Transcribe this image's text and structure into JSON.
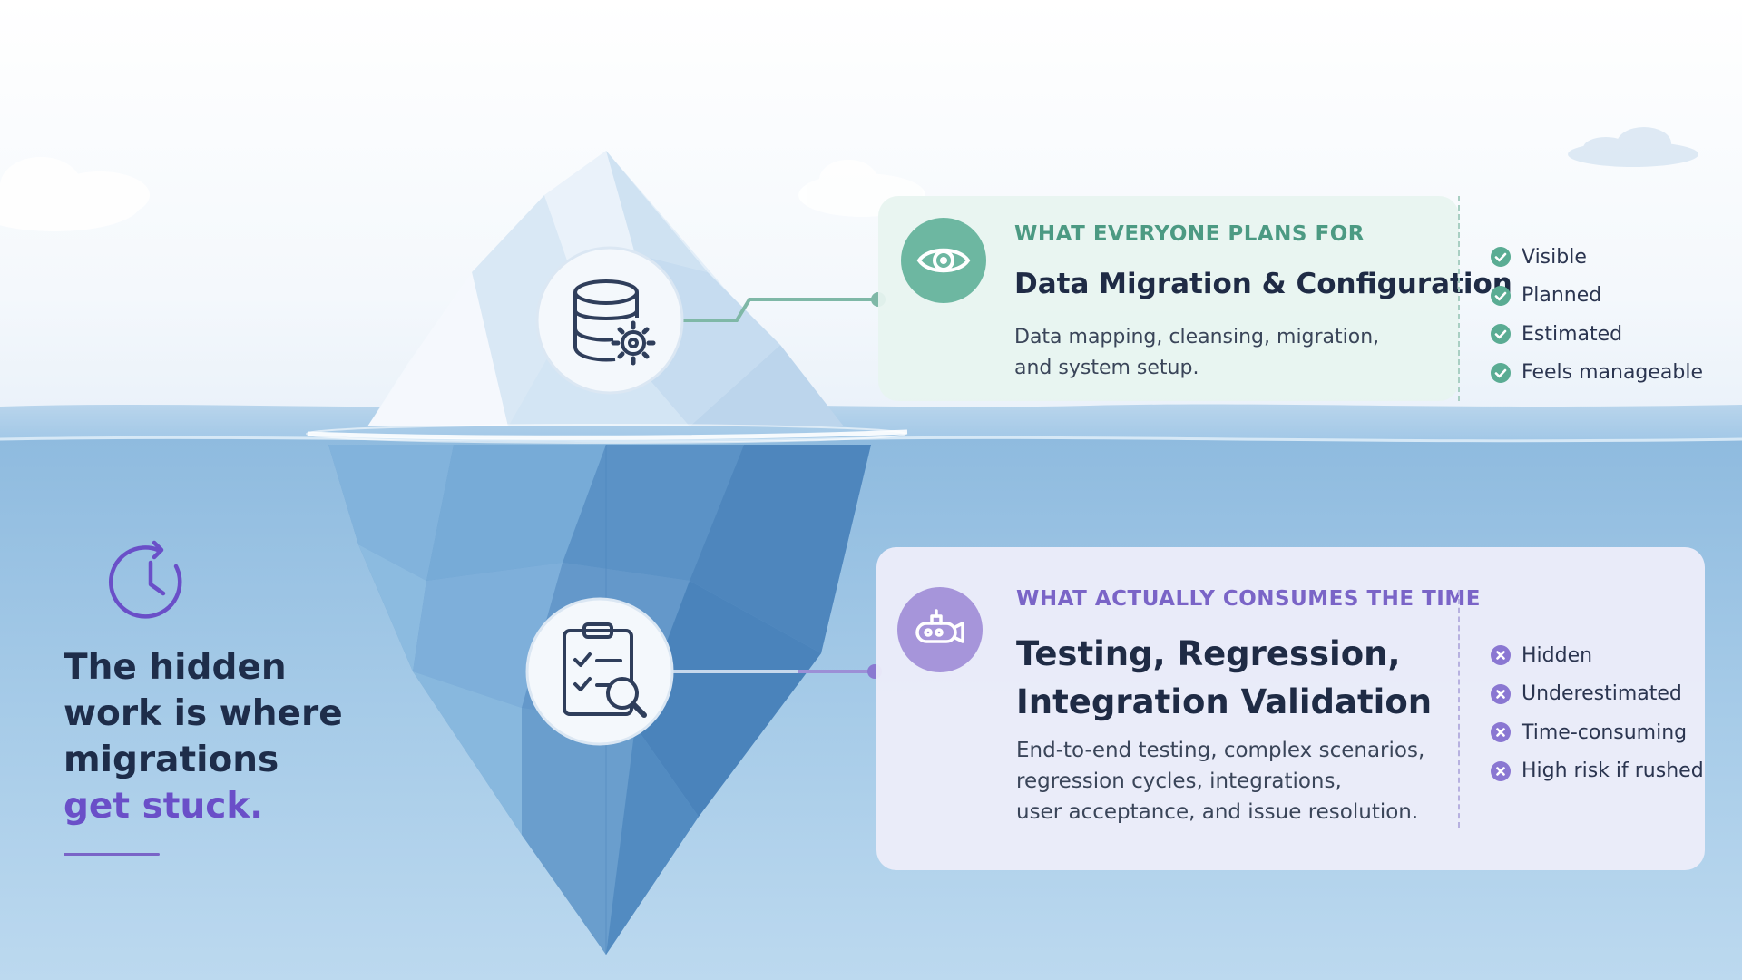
{
  "icons": {
    "top_badge": "eye-icon",
    "bottom_badge": "submarine-icon",
    "iceberg_top": "database-gear-icon",
    "iceberg_bottom": "clipboard-checklist-search-icon",
    "headline": "clock-icon",
    "top_list": "check-circle-icon",
    "bottom_list": "x-circle-icon"
  },
  "colors": {
    "top_accent": "#4c9a83",
    "top_badge": "#6db7a1",
    "bottom_accent": "#7a64c7",
    "bottom_badge": "#a695da",
    "headline_accent": "#6a4fc8",
    "dark_text": "#1f2b45"
  },
  "top_card": {
    "eyebrow": "WHAT EVERYONE PLANS FOR",
    "title": "Data Migration & Configuration",
    "description_lines": [
      "Data mapping, cleansing, migration,",
      "and system setup."
    ],
    "checklist": [
      "Visible",
      "Planned",
      "Estimated",
      "Feels manageable"
    ]
  },
  "bottom_card": {
    "eyebrow": "WHAT ACTUALLY CONSUMES THE TIME",
    "title_lines": [
      "Testing, Regression,",
      "Integration Validation"
    ],
    "description_lines": [
      "End-to-end testing, complex scenarios,",
      "regression cycles, integrations,",
      "user acceptance, and issue resolution."
    ],
    "checklist": [
      "Hidden",
      "Underestimated",
      "Time-consuming",
      "High risk if rushed"
    ]
  },
  "headline": {
    "lines": [
      "The hidden",
      "work is where",
      "migrations"
    ],
    "accent": "get stuck."
  }
}
